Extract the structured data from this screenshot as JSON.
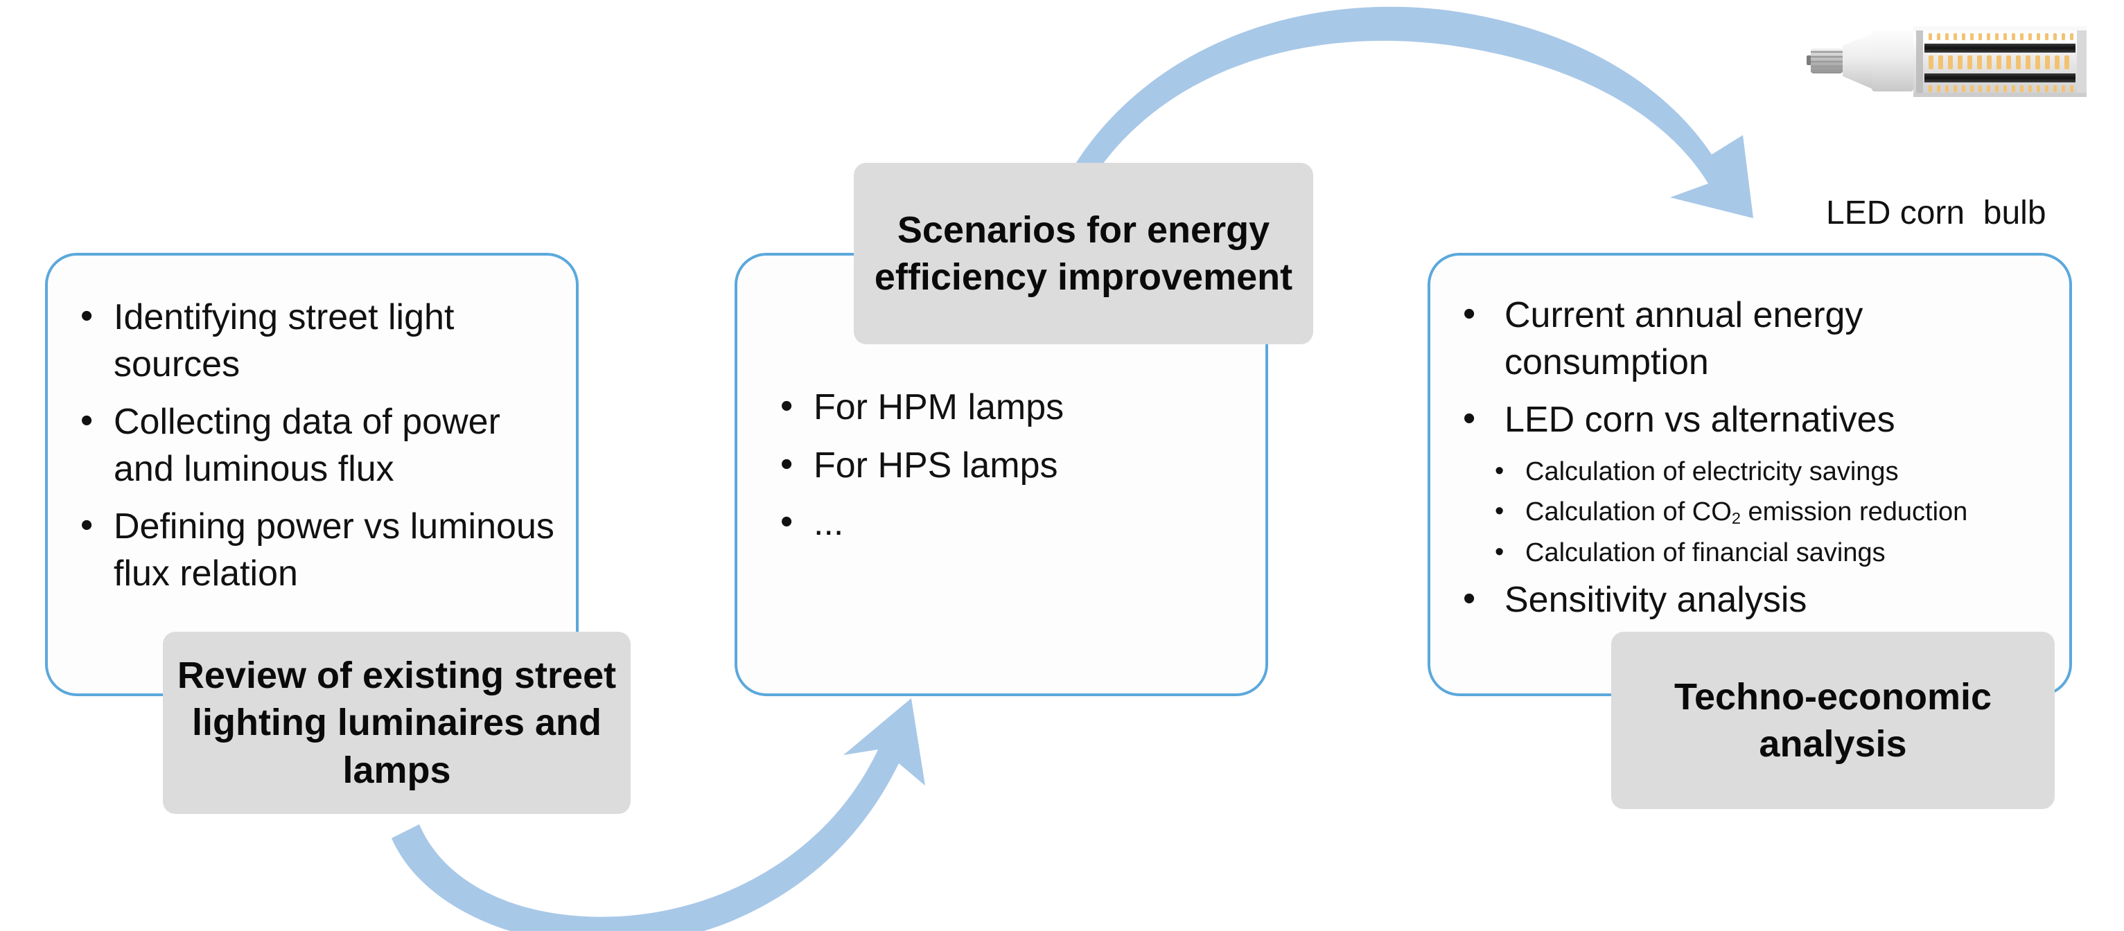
{
  "diagram": {
    "title_colors": {
      "box_border": "#5BA8DC",
      "plate_fill": "#DCDCDC",
      "arrow_fill": "#A8C8E8",
      "text": "#111111"
    },
    "stages": [
      {
        "id": "review",
        "plate_label": "Review of existing street lighting luminaires and lamps",
        "bullets": [
          {
            "text": "Identifying street light sources",
            "level": 1
          },
          {
            "text": "Collecting data of power and luminous flux",
            "level": 1
          },
          {
            "text": "Defining power vs luminous flux relation",
            "level": 1
          }
        ]
      },
      {
        "id": "scenarios",
        "plate_label": "Scenarios for energy efficiency improvement",
        "bullets": [
          {
            "text": "For HPM lamps",
            "level": 1
          },
          {
            "text": "For HPS lamps",
            "level": 1
          },
          {
            "text": "...",
            "level": 1
          }
        ]
      },
      {
        "id": "techno-economic",
        "plate_label": "Techno-economic analysis",
        "bullets": [
          {
            "text": "Current annual energy consumption",
            "level": 1
          },
          {
            "text": "LED corn vs alternatives",
            "level": 1
          },
          {
            "text": "Calculation of electricity savings",
            "level": 2
          },
          {
            "text": "Calculation of CO2 emission reduction",
            "level": 2,
            "html": "Calculation of CO<sub>2</sub> emission reduction"
          },
          {
            "text": "Calculation of financial savings",
            "level": 2
          },
          {
            "text": "Sensitivity analysis",
            "level": 1
          }
        ]
      }
    ],
    "image_caption": "LED corn  bulb",
    "arrows": [
      {
        "id": "arrow-bottom-left",
        "from": "review",
        "to": "scenarios",
        "direction": "up-right"
      },
      {
        "id": "arrow-top-right",
        "from": "scenarios",
        "to": "led-bulb",
        "direction": "down-right"
      }
    ]
  }
}
